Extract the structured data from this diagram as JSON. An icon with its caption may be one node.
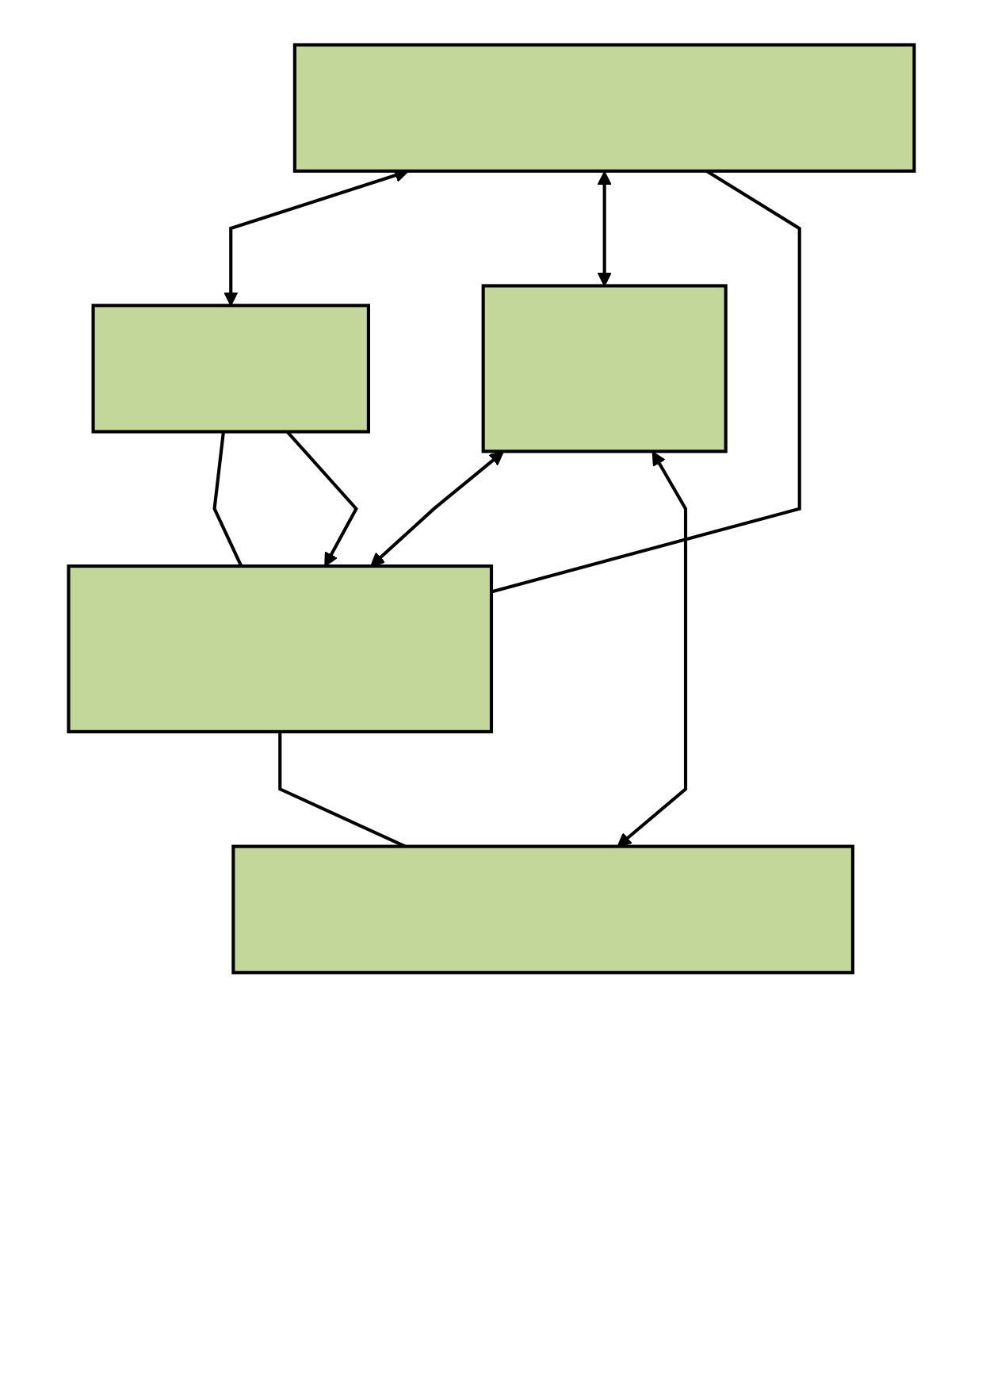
{
  "diagram": {
    "nodes": [
      {
        "text": [],
        "shape": "box"
      },
      {
        "text": [],
        "shape": "box"
      },
      {
        "text": [],
        "shape": "box"
      },
      {
        "text": [],
        "shape": "box"
      },
      {
        "text": [],
        "shape": "box"
      }
    ],
    "edges": [
      {
        "from": 0,
        "to": 1,
        "arrow": "both"
      },
      {
        "from": 0,
        "to": 2,
        "arrow": "both"
      },
      {
        "from": 0,
        "to": 3,
        "arrow": "none"
      },
      {
        "from": 1,
        "to": 3,
        "arrow": "none"
      },
      {
        "from": 1,
        "to": 3,
        "arrow": "to"
      },
      {
        "from": 2,
        "to": 3,
        "arrow": "both"
      },
      {
        "from": 2,
        "to": 4,
        "arrow": "both"
      },
      {
        "from": 3,
        "to": 4,
        "arrow": "none"
      }
    ]
  }
}
